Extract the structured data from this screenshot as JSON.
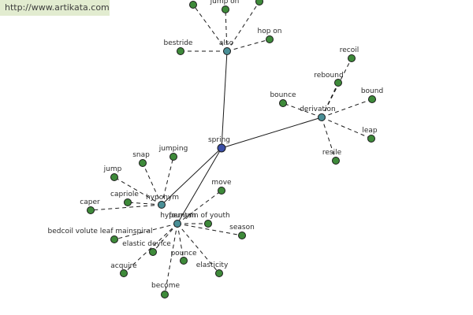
{
  "banner": {
    "url": "http://www.artikata.com"
  },
  "colors": {
    "root": "#3b4fa8",
    "relation": "#4a8f96",
    "leaf": "#3e8a3a",
    "edge": "#1a1a1a"
  },
  "graph": {
    "root": {
      "id": "spring",
      "label": "spring"
    },
    "relations": [
      {
        "id": "also",
        "label": "also",
        "edge": "solid"
      },
      {
        "id": "derivation",
        "label": "derivation",
        "edge": "solid"
      },
      {
        "id": "hyponym",
        "label": "hyponym",
        "edge": "solid"
      },
      {
        "id": "hypernym",
        "label": "hypernym",
        "edge": "solid"
      }
    ],
    "leaves": [
      {
        "id": "also-top-left",
        "label": "",
        "parent": "also"
      },
      {
        "id": "jump-on",
        "label": "jump on",
        "parent": "also"
      },
      {
        "id": "also-top-right",
        "label": "",
        "parent": "also"
      },
      {
        "id": "bestride",
        "label": "bestride",
        "parent": "also"
      },
      {
        "id": "hop-on",
        "label": "hop on",
        "parent": "also"
      },
      {
        "id": "recoil",
        "label": "recoil",
        "parent": "derivation"
      },
      {
        "id": "rebound",
        "label": "rebound",
        "parent": "derivation"
      },
      {
        "id": "bound",
        "label": "bound",
        "parent": "derivation"
      },
      {
        "id": "bounce-deriv",
        "label": "bounce",
        "parent": "derivation"
      },
      {
        "id": "leap",
        "label": "leap",
        "parent": "derivation"
      },
      {
        "id": "resile",
        "label": "resile",
        "parent": "derivation"
      },
      {
        "id": "snap",
        "label": "snap",
        "parent": "hyponym"
      },
      {
        "id": "jumping",
        "label": "jumping",
        "parent": "hyponym"
      },
      {
        "id": "jump",
        "label": "jump",
        "parent": "hyponym"
      },
      {
        "id": "capriole",
        "label": "capriole",
        "parent": "hyponym"
      },
      {
        "id": "caper",
        "label": "caper",
        "parent": "hyponym"
      },
      {
        "id": "fountain-of-youth",
        "label": "fountain of youth",
        "parent": "hypernym"
      },
      {
        "id": "move",
        "label": "move",
        "parent": "hypernym"
      },
      {
        "id": "season",
        "label": "season",
        "parent": "hypernym"
      },
      {
        "id": "bedcoil",
        "label": "bedcoil volute leaf mainspiral",
        "parent": "hypernym"
      },
      {
        "id": "elastic-device",
        "label": "elastic device",
        "parent": "hypernym"
      },
      {
        "id": "acquire",
        "label": "acquire",
        "parent": "hypernym"
      },
      {
        "id": "pounce",
        "label": "pounce",
        "parent": "hypernym"
      },
      {
        "id": "elasticity",
        "label": "elasticity",
        "parent": "hypernym"
      },
      {
        "id": "become",
        "label": "become",
        "parent": "hypernym"
      }
    ]
  }
}
